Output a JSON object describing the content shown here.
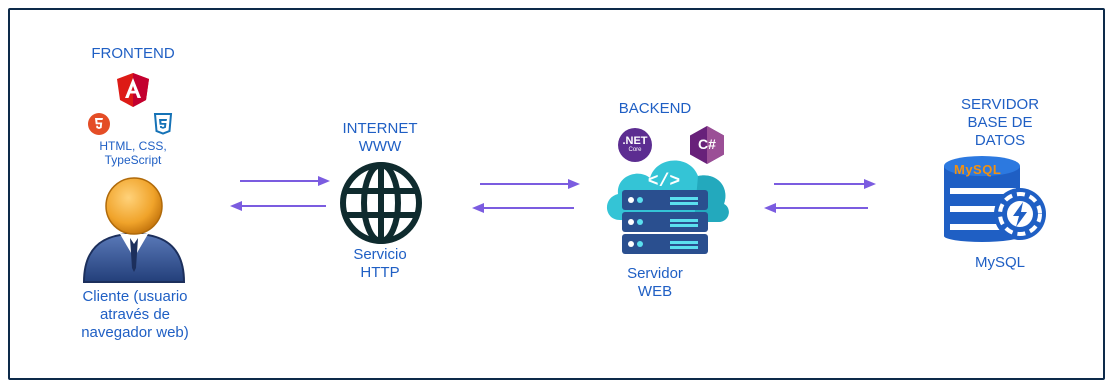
{
  "frontend": {
    "title": "FRONTEND",
    "tech_line1": "HTML, CSS,",
    "tech_line2": "TypeScript",
    "logos": [
      "angular-logo",
      "html5-logo",
      "css3-logo"
    ]
  },
  "client": {
    "line1": "Cliente (usuario",
    "line2": "através de",
    "line3": "navegador web)"
  },
  "internet": {
    "title_line1": "INTERNET",
    "title_line2": "WWW",
    "service_line1": "Servicio",
    "service_line2": "HTTP"
  },
  "backend": {
    "title": "BACKEND",
    "net_logo_text": ".NET",
    "net_logo_sub": "Core",
    "csharp_logo_text": "C#",
    "server_line1": "Servidor",
    "server_line2": "WEB"
  },
  "database": {
    "title_line1": "SERVIDOR",
    "title_line2": "BASE DE",
    "title_line3": "DATOS",
    "logo_text": "MySQL",
    "caption": "MySQL"
  },
  "colors": {
    "label_blue": "#1f5fc4",
    "arrow": "#7b5ce0",
    "border": "#0d2a4a"
  }
}
